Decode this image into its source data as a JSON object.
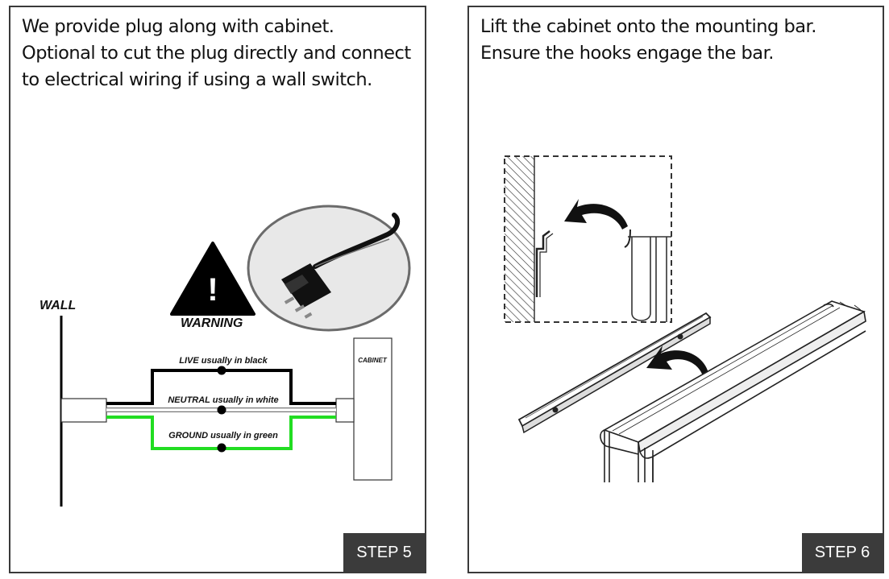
{
  "step5": {
    "instruction": [
      "We provide plug along with cabinet.",
      "Optional to cut the plug directly and connect",
      "to electrical wiring if using a wall switch."
    ],
    "labels": {
      "wall": "WALL",
      "warning": "WARNING",
      "warning_symbol": "!",
      "cabinet": "CABINET",
      "live": "LIVE usually in black",
      "neutral": "NEUTRAL usually in white",
      "ground": "GROUND usually in green"
    },
    "wire_colors": {
      "live": "#000000",
      "neutral": "#ffffff",
      "ground": "#22dd22"
    },
    "step_label": "STEP 5"
  },
  "step6": {
    "instruction": [
      "Lift the cabinet onto the mounting bar.",
      "Ensure the hooks engage the bar."
    ],
    "step_label": "STEP 6"
  },
  "icons": [
    "warning-triangle-icon",
    "plug-icon",
    "curved-arrow-icon"
  ]
}
